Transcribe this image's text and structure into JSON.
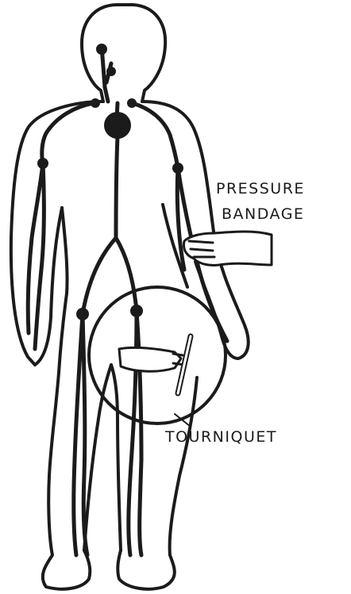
{
  "labels": {
    "pressure": "PRESSURE",
    "bandage": "BANDAGE",
    "tourniquet": "TOURNIQUET"
  },
  "colors": {
    "ink": "#1b1b1b",
    "paper": "#ffffff"
  },
  "icons": {
    "figure": "human-body-outline",
    "vessels": "blood-vessel-network",
    "hand": "hand-applying-pressure",
    "tourniquet": "tourniquet-band-with-stick",
    "highlight": "circle-callout"
  }
}
